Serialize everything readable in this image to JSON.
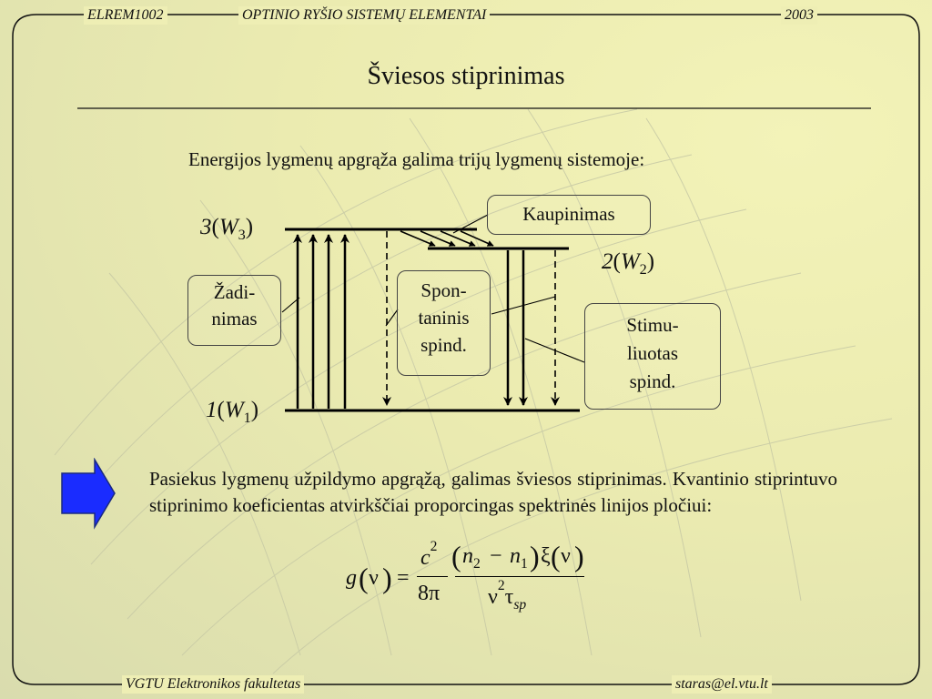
{
  "header": {
    "code": "ELREM1002",
    "course": "OPTINIO RYŠIO SISTEMŲ ELEMENTAI",
    "year": "2003"
  },
  "footer": {
    "faculty": "VGTU Elektronikos fakultetas",
    "email": "staras@el.vtu.lt"
  },
  "slide": {
    "title": "Šviesos stiprinimas",
    "intro": "Energijos lygmenų apgrąža galima trijų lygmenų sistemoje:",
    "paragraph": "Pasiekus lygmenų užpildymo apgrąžą, galimas šviesos stiprinimas. Kvantinio stiprintuvo stiprinimo koeficientas atvirkščiai proporcingas spektrinės linijos pločiui:"
  },
  "diagram": {
    "level3": {
      "num": "3",
      "sym": "W",
      "sub": "3"
    },
    "level2": {
      "num": "2",
      "sym": "W",
      "sub": "2"
    },
    "level1": {
      "num": "1",
      "sym": "W",
      "sub": "1"
    },
    "box_pumping": "Kaupinimas",
    "box_excitation": "Žadi-\nnimas",
    "box_spontaneous": "Spon-\ntaninis\nspind.",
    "box_stimulated": "Stimu-\nliuotas\nspind."
  },
  "formula": {
    "lhs_fn": "g",
    "lhs_arg": "ν",
    "eq": "=",
    "c": "c",
    "c_pow": "2",
    "den1": "8π",
    "n2": "n",
    "n2_sub": "2",
    "minus": "−",
    "n1": "n",
    "n1_sub": "1",
    "xi": "ξ",
    "xi_arg": "ν",
    "nu": "ν",
    "nu_pow": "2",
    "tau": "τ",
    "tau_sub": "sp"
  },
  "colors": {
    "background": "#ebebb0",
    "arrow_fill": "#1a2cff",
    "frame": "#111111"
  }
}
